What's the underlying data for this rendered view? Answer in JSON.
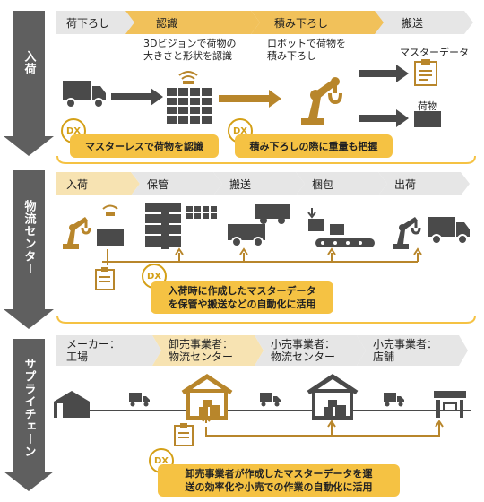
{
  "sections": {
    "unloading": "入荷",
    "logistics": "物流センター",
    "supply_chain": "サプライチェーン"
  },
  "top_steps": [
    "荷下ろし",
    "認識",
    "積み下ろし",
    "搬送"
  ],
  "top_desc": {
    "recognition": "3Dビジョンで荷物の\n大きさと形状を認識",
    "robot": "ロボットで荷物を\n積み下ろし"
  },
  "top_icons": {
    "master_data": "マスターデータ",
    "goods": "荷物"
  },
  "dx_badge": "DX",
  "top_callouts": {
    "left": "マスターレスで荷物を認識",
    "right": "積み下ろしの際に重量も把握"
  },
  "mid_steps": [
    "入荷",
    "保管",
    "搬送",
    "梱包",
    "出荷"
  ],
  "mid_callout": "入荷時に作成したマスターデータ\nを保管や搬送などの自動化に活用",
  "bottom_steps": [
    "メーカー：\n工場",
    "卸売事業者：\n物流センター",
    "小売事業者：\n物流センター",
    "小売事業者：\n店舗"
  ],
  "bottom_callout": "卸売事業者が作成したマスターデータを運\n送の効率化や小売での作業の自動化に活用",
  "colors": {
    "accent": "#f5c243",
    "dark": "#4a4a4a",
    "gold": "#b8862b"
  }
}
